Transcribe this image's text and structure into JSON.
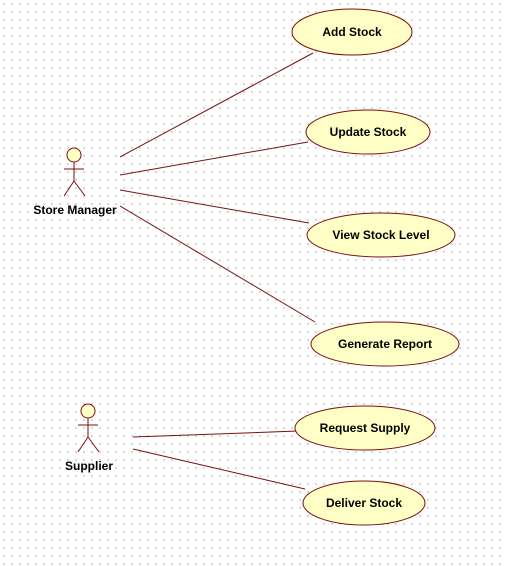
{
  "diagram": {
    "type": "use-case",
    "colors": {
      "fill": "#ffffc6",
      "stroke": "#7a0f0f",
      "text": "#000000"
    },
    "actors": [
      {
        "id": "store-manager",
        "name": "Store Manager"
      },
      {
        "id": "supplier",
        "name": "Supplier"
      }
    ],
    "use_cases": [
      {
        "id": "add-stock",
        "label": "Add Stock"
      },
      {
        "id": "update-stock",
        "label": "Update Stock"
      },
      {
        "id": "view-stock-level",
        "label": "View Stock Level"
      },
      {
        "id": "generate-report",
        "label": "Generate Report"
      },
      {
        "id": "request-supply",
        "label": "Request Supply"
      },
      {
        "id": "deliver-stock",
        "label": "Deliver Stock"
      }
    ],
    "associations": [
      {
        "from": "store-manager",
        "to": "add-stock"
      },
      {
        "from": "store-manager",
        "to": "update-stock"
      },
      {
        "from": "store-manager",
        "to": "view-stock-level"
      },
      {
        "from": "store-manager",
        "to": "generate-report"
      },
      {
        "from": "supplier",
        "to": "request-supply"
      },
      {
        "from": "supplier",
        "to": "deliver-stock"
      }
    ]
  }
}
